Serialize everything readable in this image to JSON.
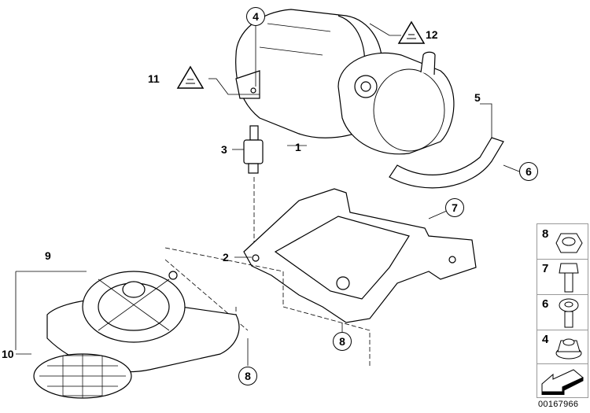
{
  "callouts": [
    {
      "id": "1",
      "label": "1",
      "style": "plain"
    },
    {
      "id": "2",
      "label": "2",
      "style": "plain"
    },
    {
      "id": "3",
      "label": "3",
      "style": "plain"
    },
    {
      "id": "4",
      "label": "4",
      "style": "circled"
    },
    {
      "id": "5",
      "label": "5",
      "style": "plain"
    },
    {
      "id": "6",
      "label": "6",
      "style": "circled"
    },
    {
      "id": "7",
      "label": "7",
      "style": "circled"
    },
    {
      "id": "8a",
      "label": "8",
      "style": "circled"
    },
    {
      "id": "8b",
      "label": "8",
      "style": "circled"
    },
    {
      "id": "9",
      "label": "9",
      "style": "plain"
    },
    {
      "id": "10",
      "label": "10",
      "style": "plain"
    },
    {
      "id": "11",
      "label": "11",
      "style": "plain"
    },
    {
      "id": "12",
      "label": "12",
      "style": "plain"
    }
  ],
  "legend": [
    {
      "label": "8",
      "icon": "hex-nut-icon"
    },
    {
      "label": "7",
      "icon": "hex-flange-bolt-icon"
    },
    {
      "label": "6",
      "icon": "socket-bolt-icon"
    },
    {
      "label": "4",
      "icon": "flange-nut-icon"
    },
    {
      "label": "",
      "icon": "direction-arrow-icon"
    }
  ],
  "document_number": "00167966"
}
